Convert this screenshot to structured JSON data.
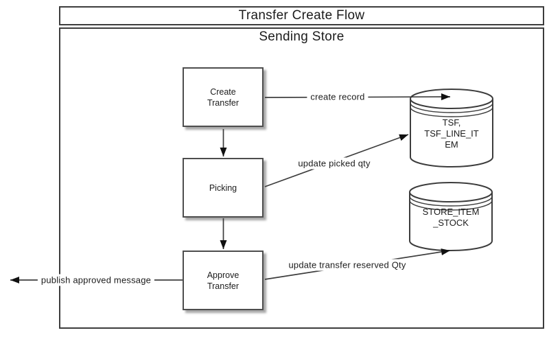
{
  "frame": {
    "title": "Transfer Create Flow",
    "lane": "Sending Store"
  },
  "nodes": [
    {
      "id": "create-transfer",
      "label": "Create\nTransfer"
    },
    {
      "id": "picking",
      "label": "Picking"
    },
    {
      "id": "approve-transfer",
      "label": "Approve\nTransfer"
    }
  ],
  "datastores": [
    {
      "id": "tsf",
      "label": "TSF,\nTSF_LINE_IT\nEM"
    },
    {
      "id": "store-item-stock",
      "label": "STORE_ITEM\n_STOCK"
    }
  ],
  "edge_labels": {
    "create_record": "create record",
    "update_picked_qty": "update picked qty",
    "update_transfer_reserved_qty": "update transfer reserved Qty",
    "publish_approved_message": "publish approved message"
  },
  "colors": {
    "line": "#3d3d3d",
    "arrowhead": "#111111",
    "node_border": "#4d4d4d",
    "shadow": "#a8a8a8",
    "background": "#ffffff"
  }
}
